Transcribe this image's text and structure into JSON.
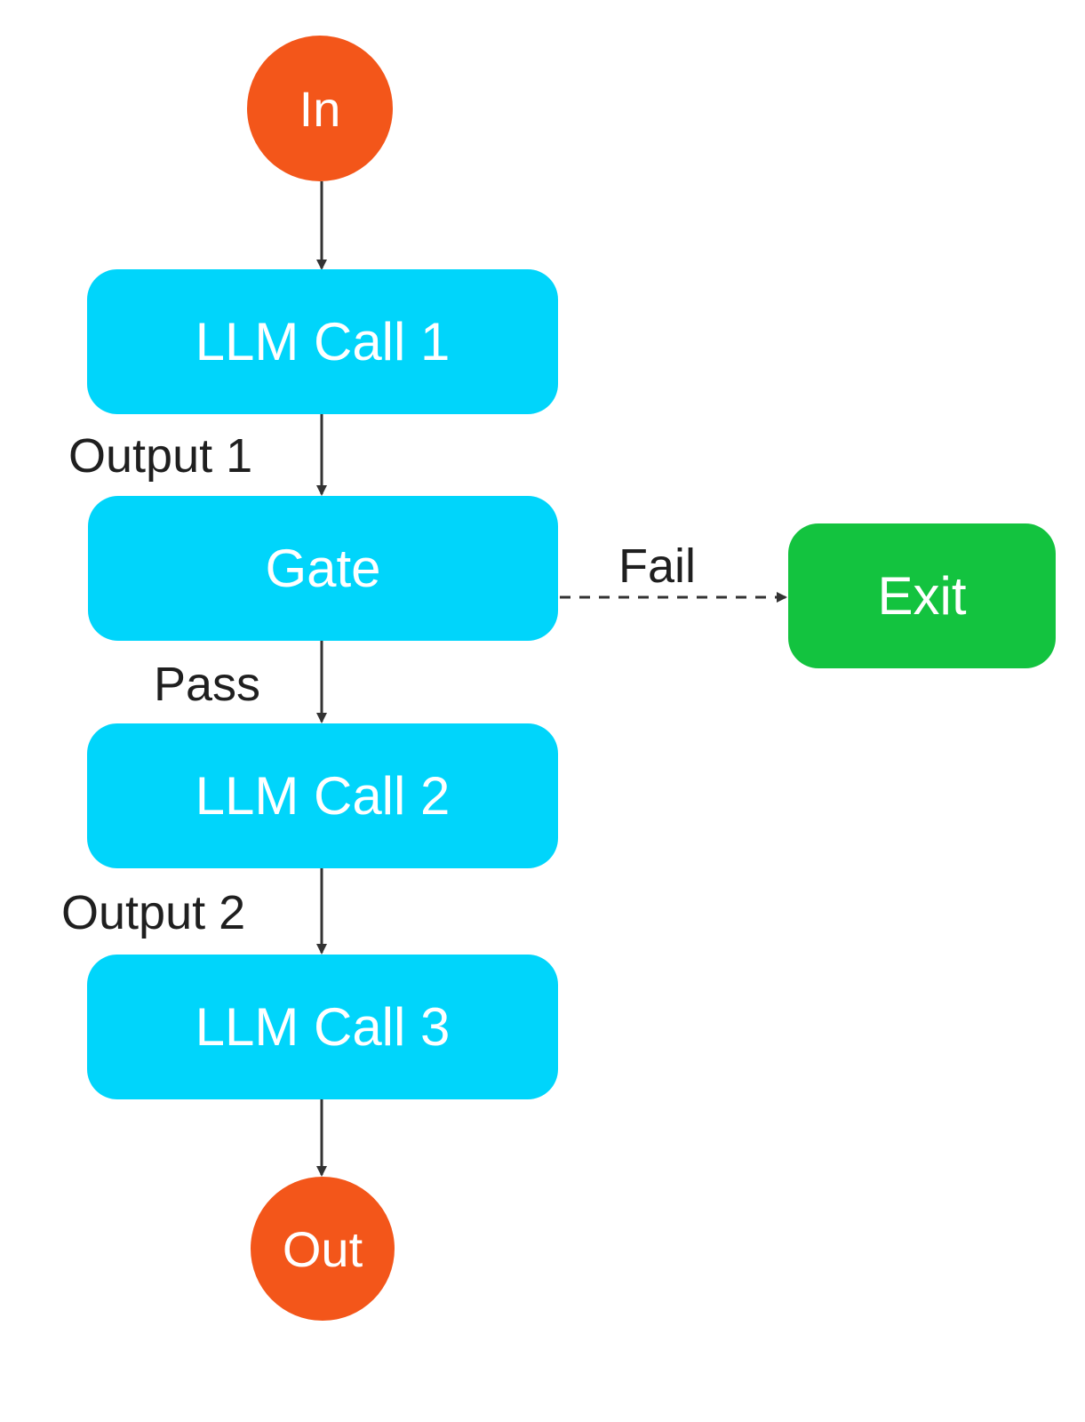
{
  "colors": {
    "terminal": "#f3561a",
    "step": "#00d5fb",
    "exit": "#13c33f",
    "arrow": "#333333",
    "text_light": "#ffffff",
    "text_dark": "#1f1f1f"
  },
  "nodes": {
    "in": "In",
    "llm_call_1": "LLM Call 1",
    "gate": "Gate",
    "llm_call_2": "LLM Call 2",
    "llm_call_3": "LLM Call 3",
    "out": "Out",
    "exit": "Exit"
  },
  "edges": {
    "output_1": "Output 1",
    "pass": "Pass",
    "fail": "Fail",
    "output_2": "Output 2"
  }
}
